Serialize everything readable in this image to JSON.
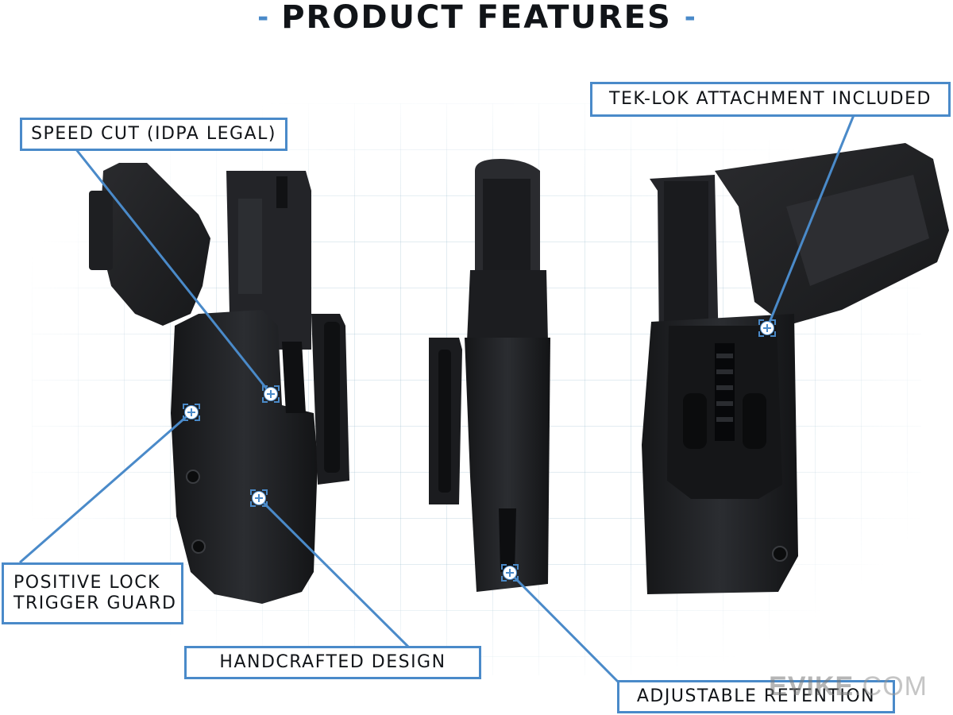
{
  "header": {
    "title": "PRODUCT FEATURES",
    "left_dash": "-",
    "right_dash": "-"
  },
  "callouts": {
    "speed_cut": "SPEED CUT (IDPA LEGAL)",
    "tek_lok": "TEK-LOK ATTACHMENT INCLUDED",
    "positive_lock_line1": "POSITIVE LOCK",
    "positive_lock_line2": "TRIGGER GUARD",
    "handcrafted": "HANDCRAFTED DESIGN",
    "retention": "ADJUSTABLE RETENTION"
  },
  "watermark": {
    "brand": "EVIKE",
    "suffix": ".COM"
  },
  "colors": {
    "accent": "#4a8ac9",
    "text": "#111418",
    "holster": "#1c1d20",
    "background": "#ffffff"
  },
  "icons": [
    "plus-marker-icon"
  ]
}
